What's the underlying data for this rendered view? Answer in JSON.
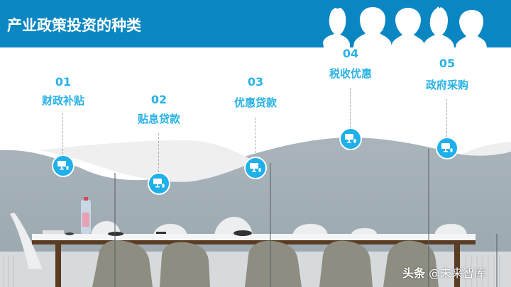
{
  "slide": {
    "title": "产业政策投资的种类",
    "colors": {
      "header_bg": "#0a87c3",
      "accent": "#29b2e6",
      "icon_circle": "#1fb0ea",
      "photo_wall": "#9eaab2"
    }
  },
  "steps": [
    {
      "number": "01",
      "label": "财政补贴",
      "icon": "computer-icon"
    },
    {
      "number": "02",
      "label": "贴息贷款",
      "icon": "computer-icon"
    },
    {
      "number": "03",
      "label": "优惠贷款",
      "icon": "computer-icon"
    },
    {
      "number": "04",
      "label": "税收优惠",
      "icon": "computer-icon"
    },
    {
      "number": "05",
      "label": "政府采购",
      "icon": "computer-icon"
    }
  ],
  "decorations": {
    "people_silhouettes": 5,
    "background_photo": "conference-room-table-with-chairs"
  },
  "watermark": {
    "brand": "头条",
    "handle": "@未来智库"
  }
}
